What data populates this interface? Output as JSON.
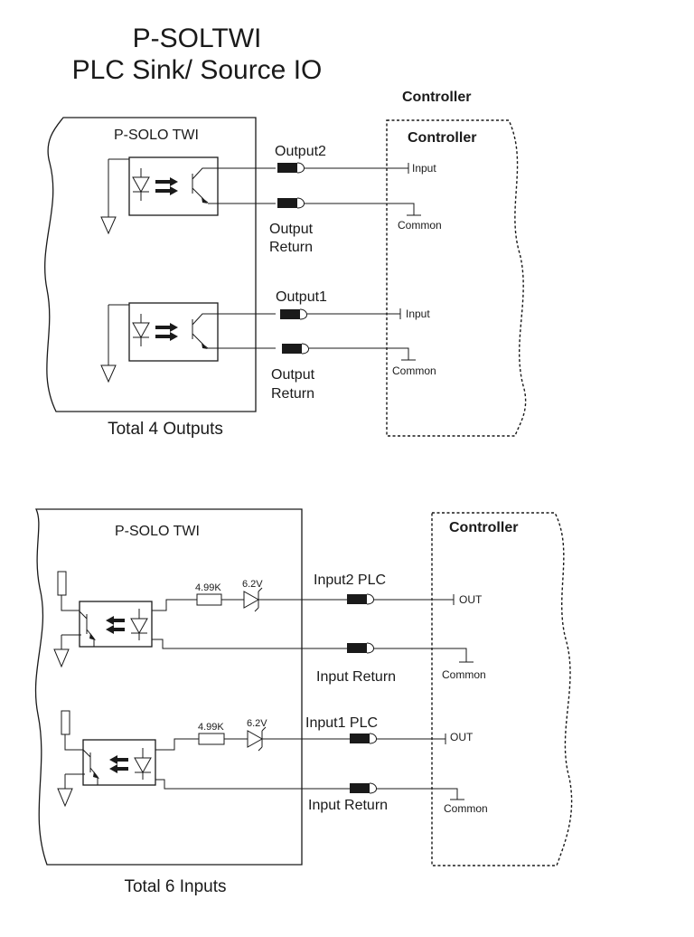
{
  "title": {
    "line1": "P-SOLTWI",
    "line2": "PLC Sink/ Source IO"
  },
  "outputs_section": {
    "outer_controller_label": "Controller",
    "device_label": "P-SOLO TWI",
    "controller_label": "Controller",
    "channels": [
      {
        "signal_label": "Output2",
        "return_label_1": "Output",
        "return_label_2": "Return",
        "controller_input": "Input",
        "controller_common": "Common"
      },
      {
        "signal_label": "Output1",
        "return_label_1": "Output",
        "return_label_2": "Return",
        "controller_input": "Input",
        "controller_common": "Common"
      }
    ],
    "total_label": "Total 4 Outputs"
  },
  "inputs_section": {
    "device_label": "P-SOLO TWI",
    "controller_label": "Controller",
    "channels": [
      {
        "resistor_value": "4.99K",
        "zener_value": "6.2V",
        "signal_label": "Input2 PLC",
        "return_label": "Input Return",
        "controller_out": "OUT",
        "controller_common": "Common"
      },
      {
        "resistor_value": "4.99K",
        "zener_value": "6.2V",
        "signal_label": "Input1 PLC",
        "return_label": "Input Return",
        "controller_out": "OUT",
        "controller_common": "Common"
      }
    ],
    "total_label": "Total 6 Inputs"
  },
  "colors": {
    "ink": "#1a1a1a",
    "background": "#ffffff"
  }
}
